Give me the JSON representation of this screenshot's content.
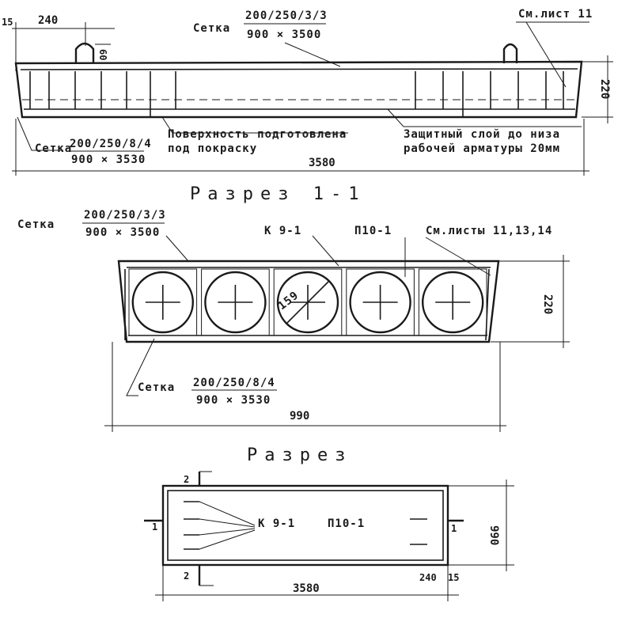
{
  "elevation": {
    "mesh_top": {
      "prefix": "Сетка",
      "num": "200/250/3/3",
      "den": "900 × 3500"
    },
    "mesh_bottom": {
      "prefix": "Сетка",
      "num": "200/250/8/4",
      "den": "900 × 3530"
    },
    "lifting_loop": "См.лист 11",
    "surface_note_1": "Поверхность подготовлена",
    "surface_note_2": "под покраску",
    "cover_note_1": "Защитный слой до низа",
    "cover_note_2": "рабочей арматуры 20мм",
    "dim_edge": "15",
    "dim_loop_offset": "240",
    "dim_loop_height": "60",
    "dim_length": "3580",
    "dim_height": "220"
  },
  "section_1": {
    "title": "Разрез 1-1",
    "mesh_top": {
      "prefix": "Сетка",
      "num": "200/250/3/3",
      "den": "900 × 3500"
    },
    "mesh_bottom": {
      "prefix": "Сетка",
      "num": "200/250/8/4",
      "den": "900 × 3530"
    },
    "frame_mark": "К 9-1",
    "slab_mark": "П10-1",
    "sheets_note": "См.листы 11,13,14",
    "void_diameter": "159",
    "dim_width": "990",
    "dim_height": "220",
    "void_count": 5
  },
  "plan": {
    "title": "Разрез",
    "frame_mark": "К 9-1",
    "slab_mark": "П10-1",
    "cut_mark_1": "1",
    "cut_mark_2": "2",
    "dim_length": "3580",
    "dim_width": "990",
    "dim_loop_offset": "240",
    "dim_edge": "15"
  }
}
